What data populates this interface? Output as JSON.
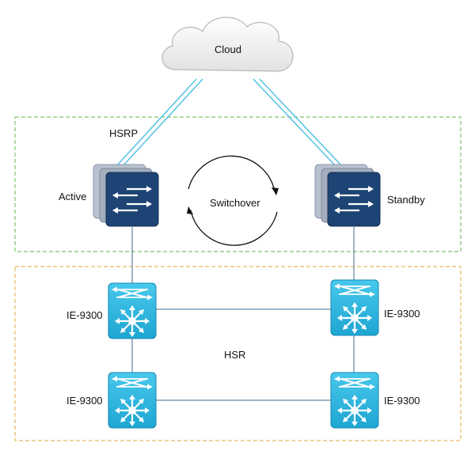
{
  "cloud": {
    "label": "Cloud"
  },
  "hsrp_group": {
    "label": "HSRP",
    "border_color": "#7cc46a"
  },
  "routers": {
    "active": {
      "label": "Active"
    },
    "standby": {
      "label": "Standby"
    }
  },
  "switchover": {
    "label": "Switchover"
  },
  "hsr_group": {
    "label": "HSR",
    "border_color": "#e8b860"
  },
  "switches": [
    {
      "label": "IE-9300"
    },
    {
      "label": "IE-9300"
    },
    {
      "label": "IE-9300"
    },
    {
      "label": "IE-9300"
    }
  ],
  "colors": {
    "router_front": "#1d4474",
    "router_back": "#9aa5b5",
    "switch_fill": "#29b5de",
    "cloud_link": "#5bc4e6",
    "wire": "#3d6d96"
  }
}
